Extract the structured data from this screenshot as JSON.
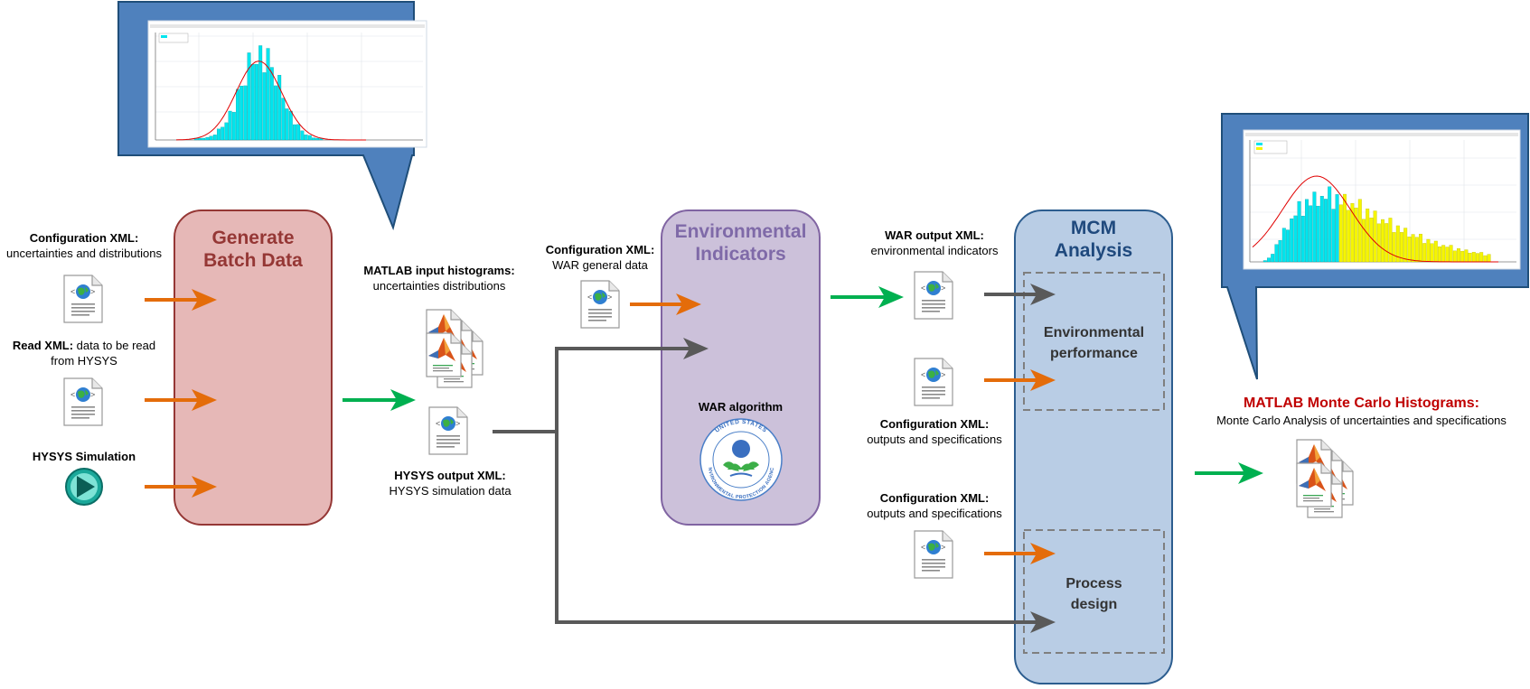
{
  "boxes": {
    "generate": {
      "title_line1": "Generate",
      "title_line2": "Batch Data"
    },
    "environmental": {
      "title_line1": "Environmental",
      "title_line2": "Indicators",
      "algorithm_label": "WAR algorithm"
    },
    "mcm": {
      "title_line1": "MCM",
      "title_line2": "Analysis",
      "performance_line1": "Environmental",
      "performance_line2": "performance",
      "design_line1": "Process",
      "design_line2": "design"
    }
  },
  "inputs": {
    "config_xml": {
      "bold": "Configuration XML:",
      "rest": "uncertainties and distributions"
    },
    "read_xml": {
      "bold": "Read XML:",
      "rest1": " data to be read",
      "rest2": "from HYSYS"
    },
    "hysys_sim": {
      "bold": "HYSYS Simulation"
    }
  },
  "middle": {
    "matlab_hist": {
      "bold": "MATLAB input histograms:",
      "rest": "uncertainties distributions"
    },
    "hysys_out": {
      "bold": "HYSYS output XML:",
      "rest": "HYSYS simulation data"
    },
    "war_config": {
      "bold": "Configuration XML:",
      "rest": "WAR general data"
    }
  },
  "right": {
    "war_out": {
      "bold": "WAR output XML:",
      "rest": "environmental indicators"
    },
    "config_out1": {
      "bold": "Configuration XML:",
      "rest": "outputs and specifications"
    },
    "config_out2": {
      "bold": "Configuration XML:",
      "rest": "outputs and specifications"
    },
    "mc_hist": {
      "bold": "MATLAB Monte Carlo Histograms:",
      "rest": "Monte Carlo Analysis of uncertainties and specifications"
    }
  },
  "colors": {
    "orange_arrow": "#E46C0A",
    "green_arrow": "#00B050",
    "gray_arrow": "#595959",
    "generate_fill": "#E6B8B7",
    "generate_border": "#953735",
    "generate_text": "#953735",
    "env_fill": "#CCC1DA",
    "env_border": "#8064A2",
    "env_text": "#7F6AA8",
    "mcm_fill": "#B9CDE5",
    "mcm_border": "#2C5D8F",
    "mcm_text": "#1F497D",
    "callout_fill": "#4F81BD",
    "callout_border": "#1F4E79",
    "hist_cyan": "#00E5EE",
    "hist_yellow": "#F5F500",
    "fit_red": "#E00000",
    "mc_title": "#C00000"
  },
  "icons": [
    "xml-document-icon",
    "matlab-figure-icon",
    "hysys-play-icon",
    "epa-seal-icon"
  ]
}
